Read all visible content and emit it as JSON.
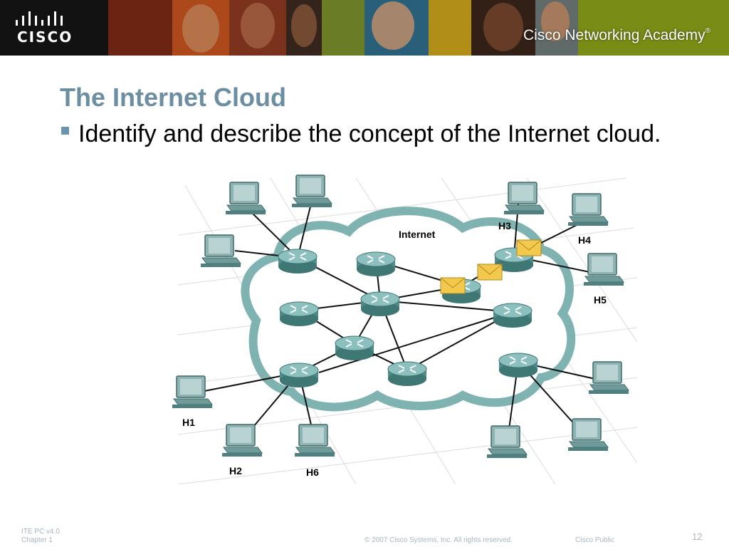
{
  "header": {
    "logo_text": "CISCO",
    "academy_text": "Cisco Networking Academy",
    "academy_mark": "®"
  },
  "slide": {
    "title": "The Internet Cloud",
    "bullet": "Identify and describe the concept of the Internet cloud."
  },
  "diagram": {
    "cloud_label": "Internet",
    "host_labels": [
      "H1",
      "H2",
      "H3",
      "H4",
      "H5",
      "H6"
    ]
  },
  "footer": {
    "course": "ITE PC v4.0",
    "chapter": "Chapter 1",
    "copyright": "© 2007 Cisco Systems, Inc. All rights reserved.",
    "classification": "Cisco Public",
    "page_number": "12"
  },
  "colors": {
    "title": "#6c8ea2",
    "bullet": "#6a93ae",
    "cloud": "#7fb3b1",
    "router": "#5f9ea0",
    "envelope": "#f2c94c",
    "footer_text": "#a7b5c0"
  }
}
